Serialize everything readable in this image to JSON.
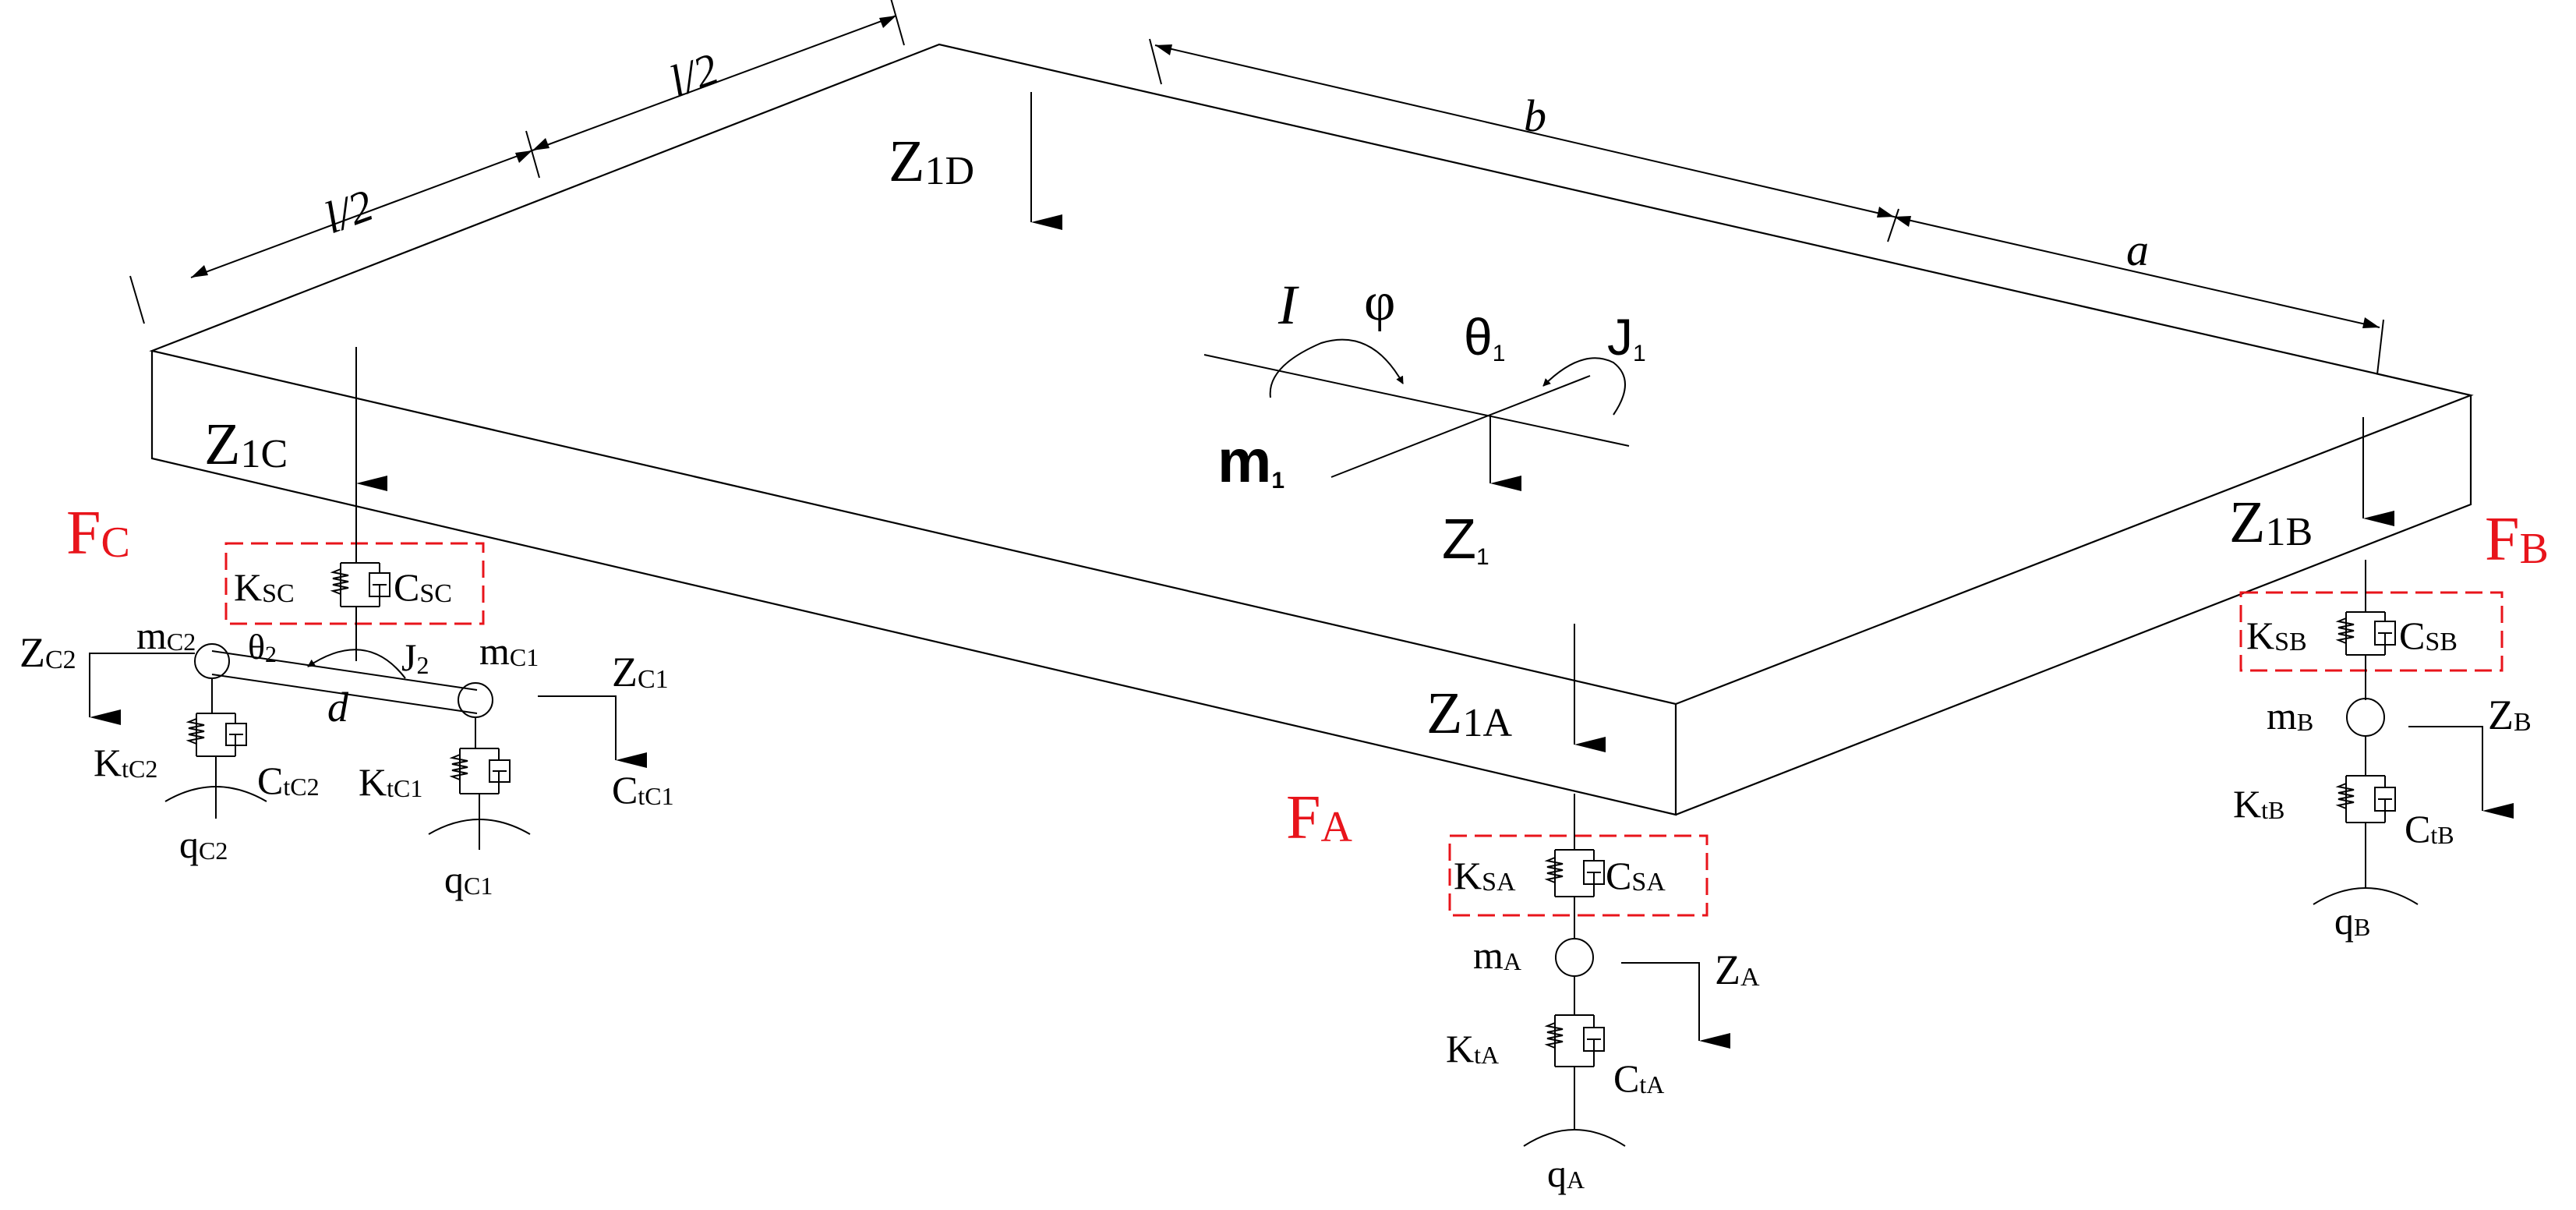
{
  "colors": {
    "line": "#000000",
    "highlight": "#e8141b",
    "background": "#ffffff"
  },
  "dimensions": {
    "half_l_1": "l/2",
    "half_l_2": "l/2",
    "b": "b",
    "a": "a",
    "d": "d"
  },
  "body": {
    "z1d": [
      "Z",
      "1D"
    ],
    "z1c": [
      "Z",
      "1C"
    ],
    "z1b": [
      "Z",
      "1B"
    ],
    "z1a": [
      "Z",
      "1A"
    ],
    "z1": [
      "Z",
      "1"
    ],
    "m1": [
      "m",
      "1"
    ],
    "I": "I",
    "phi": "φ",
    "theta1": [
      "θ",
      "1"
    ],
    "J1": [
      "J",
      "1"
    ]
  },
  "suspension_c": {
    "force": [
      "F",
      "C"
    ],
    "ks": [
      "K",
      "SC"
    ],
    "cs": [
      "C",
      "SC"
    ],
    "mc2": [
      "m",
      "C2"
    ],
    "mc1": [
      "m",
      "C1"
    ],
    "theta2": [
      "θ",
      "2"
    ],
    "J2": [
      "J",
      "2"
    ],
    "zc2": [
      "Z",
      "C2"
    ],
    "zc1": [
      "Z",
      "C1"
    ],
    "ktc2": [
      "K",
      "tC2"
    ],
    "ctc2": [
      "C",
      "tC2"
    ],
    "ktc1": [
      "K",
      "tC1"
    ],
    "ctc1": [
      "C",
      "tC1"
    ],
    "qc2": [
      "q",
      "C2"
    ],
    "qc1": [
      "q",
      "C1"
    ]
  },
  "suspension_b": {
    "force": [
      "F",
      "B"
    ],
    "ks": [
      "K",
      "SB"
    ],
    "cs": [
      "C",
      "SB"
    ],
    "mb": [
      "m",
      "B"
    ],
    "zb": [
      "Z",
      "B"
    ],
    "kt": [
      "K",
      "tB"
    ],
    "ct": [
      "C",
      "tB"
    ],
    "q": [
      "q",
      "B"
    ]
  },
  "suspension_a": {
    "force": [
      "F",
      "A"
    ],
    "ks": [
      "K",
      "SA"
    ],
    "cs": [
      "C",
      "SA"
    ],
    "ma": [
      "m",
      "A"
    ],
    "za": [
      "Z",
      "A"
    ],
    "kt": [
      "K",
      "tA"
    ],
    "ct": [
      "C",
      "tA"
    ],
    "q": [
      "q",
      "A"
    ]
  }
}
